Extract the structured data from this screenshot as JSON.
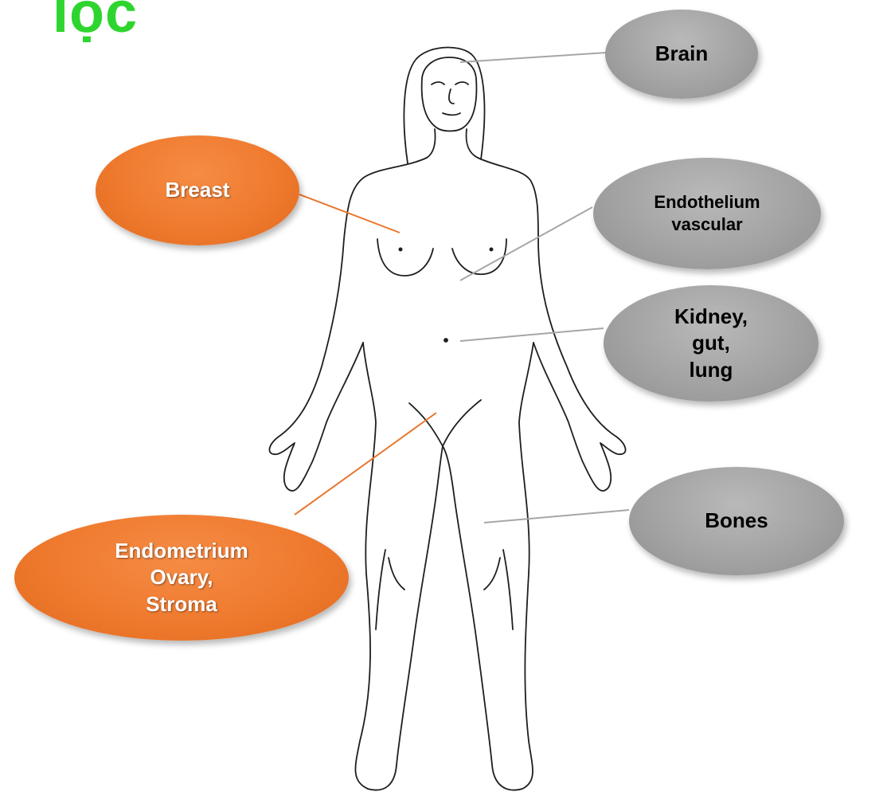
{
  "title_fragment": "lọc",
  "colors": {
    "title_green": "#2fd52f",
    "grey_bubble": "#a3a3a3",
    "orange_bubble": "#ef7a2e",
    "grey_leader": "#a6a6a6",
    "orange_leader": "#e8762b",
    "outline": "#1e1e1e"
  },
  "figure": {
    "subject": "female-body-outline"
  },
  "labels": {
    "brain": "Brain",
    "breast": "Breast",
    "endothelium": "Endothelium\nvascular",
    "kidney": "Kidney,\ngut,\nlung",
    "bones": "Bones",
    "endometrium": "Endometrium\nOvary,\nStroma"
  }
}
